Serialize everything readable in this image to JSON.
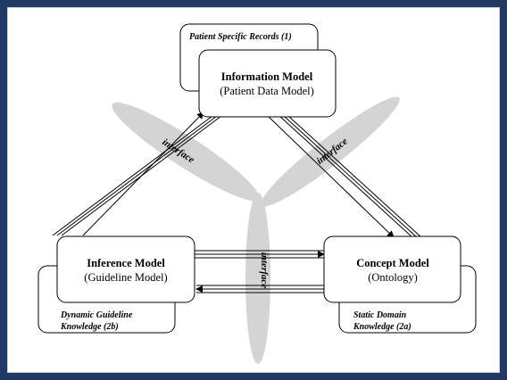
{
  "diagram": {
    "records_label": "Patient Specific Records (1)",
    "information_model": {
      "title": "Information Model",
      "subtitle": "(Patient Data Model)"
    },
    "inference_model": {
      "title": "Inference Model",
      "subtitle": "(Guideline Model)",
      "back_label_line1": "Dynamic Guideline",
      "back_label_line2": "Knowledge (2b)"
    },
    "concept_model": {
      "title": "Concept Model",
      "subtitle": "(Ontology)",
      "back_label_line1": "Static Domain",
      "back_label_line2": "Knowledge  (2a)"
    },
    "interface_labels": [
      "interface",
      "interface",
      "interface"
    ],
    "colors": {
      "frame": "#1f3864",
      "propeller": "#d4d4d4"
    }
  }
}
